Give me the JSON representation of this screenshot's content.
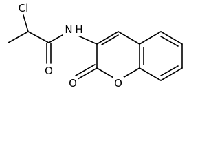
{
  "molecule": {
    "atoms": {
      "chlorine": "Cl",
      "amide_nitrogen": "N",
      "amide_hydrogen": "H",
      "amide_oxygen": "O",
      "lactone_carbonyl_oxygen": "O",
      "ring_oxygen": "O"
    }
  },
  "colors": {
    "bond": "#000000",
    "label": "#000000",
    "background": "#ffffff"
  }
}
